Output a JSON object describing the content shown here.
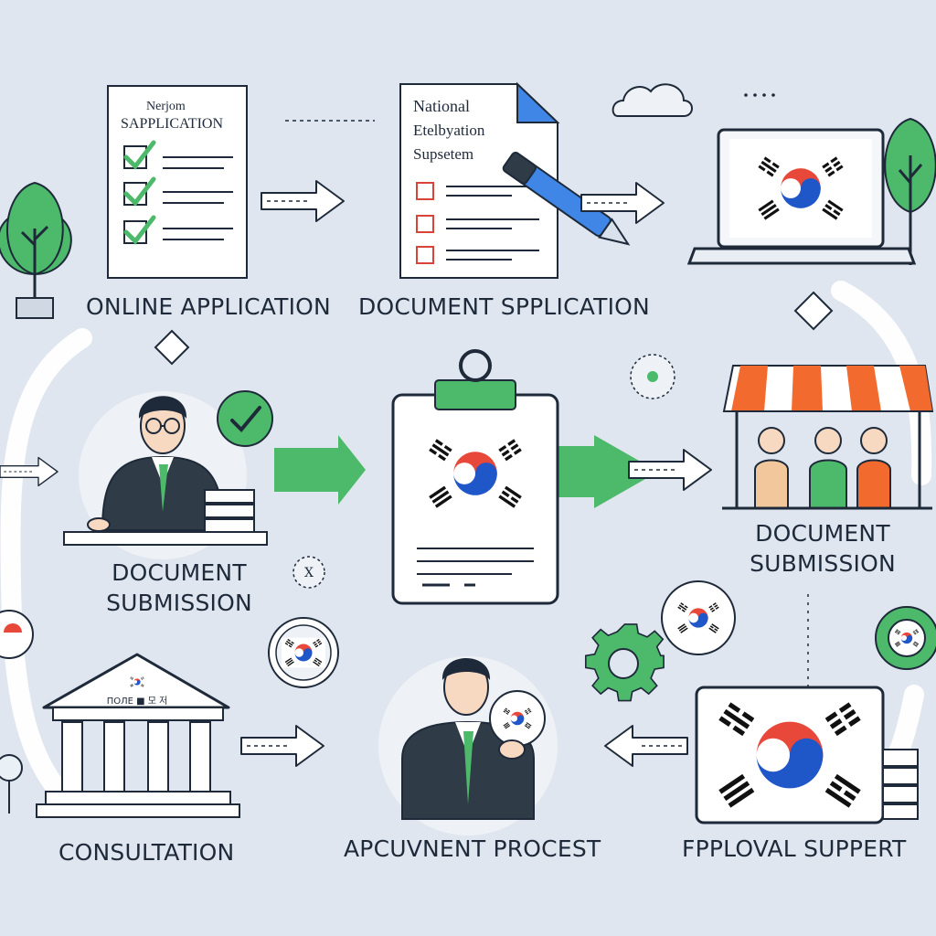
{
  "document_sheet_1": {
    "line1": "Nerjom",
    "line2": "SAPPLICATION"
  },
  "document_sheet_2": {
    "line1": "National",
    "line2": "Etelbyation",
    "line3": "Supsetem"
  },
  "government_building": {
    "sign": "ПОЛЕ ■ 모 저"
  },
  "small_badge": {
    "text": "X"
  },
  "steps": [
    {
      "label": "ONLINE APPLICATION"
    },
    {
      "label": "DOCUMENT SPPLICATION"
    },
    {
      "label": "DOCUMENT\nSUBMISSION"
    },
    {
      "label": "DOCUMENT\nSUBMISSION"
    },
    {
      "label": "CONSULTATION"
    },
    {
      "label": "APCUVNENT PROCEST"
    },
    {
      "label": "FPPLOVAL SUPPERT"
    }
  ],
  "colors": {
    "background": "#dfe6ef",
    "accent_green": "#4cba6a",
    "flag_red": "#e8483a",
    "flag_blue": "#1f56c8",
    "suit": "#2f3b46",
    "awning_orange": "#f26a2e",
    "line": "#ffffff"
  },
  "icons": [
    "checklist-document-icon",
    "pen-icon",
    "laptop-flag-icon",
    "tree-icon",
    "cloud-icon",
    "clipboard-flag-icon",
    "officer-icon",
    "market-stall-icon",
    "gear-icon",
    "government-building-icon",
    "flag-badge-icon",
    "check-badge-icon",
    "server-icon"
  ]
}
